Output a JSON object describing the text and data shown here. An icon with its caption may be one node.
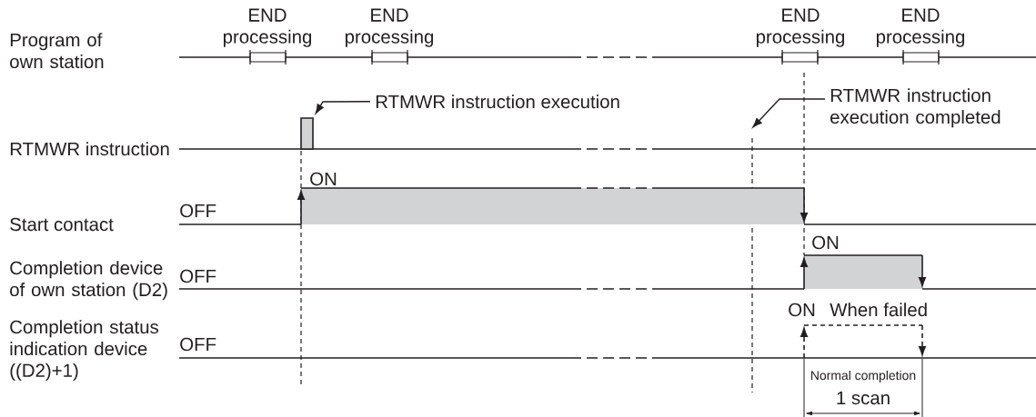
{
  "diagram": {
    "nodes": [
      {
        "text": [
          "RTMWR instruction execution"
        ]
      },
      {
        "text": [],
        "shape": "bar"
      },
      {
        "text": [
          "RTMWR instruction execution completed"
        ]
      }
    ],
    "edges": [
      {
        "from": 0,
        "to": 1,
        "arrow": "to"
      },
      {
        "from": 2,
        "to": null,
        "arrow": "to"
      }
    ],
    "labels": [
      "END processing",
      "END processing",
      "END processing",
      "END processing",
      "Program of own station",
      "RTMWR instruction",
      "ON",
      "OFF",
      "Start contact",
      "ON",
      "Completion device of own station (D2)",
      "OFF",
      "ON",
      "When failed",
      "Completion status indication device ((D2)+1)",
      "OFF",
      "Normal completion",
      "1 scan"
    ]
  }
}
